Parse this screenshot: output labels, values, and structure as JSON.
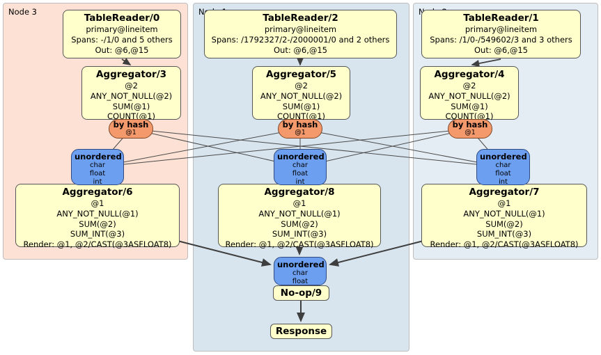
{
  "regions": {
    "node3": {
      "label": "Node 3"
    },
    "node1": {
      "label": "Node 1"
    },
    "node2": {
      "label": "Node 2"
    }
  },
  "processors": {
    "tablereader0": {
      "title": "TableReader/0",
      "index": "primary@lineitem",
      "spans": "Spans: -/1/0 and 5 others",
      "out": "Out: @6,@15"
    },
    "tablereader2": {
      "title": "TableReader/2",
      "index": "primary@lineitem",
      "spans": "Spans: /1792327/2-/2000001/0 and 2 others",
      "out": "Out: @6,@15"
    },
    "tablereader1": {
      "title": "TableReader/1",
      "index": "primary@lineitem",
      "spans": "Spans: /1/0-/549602/3 and 3 others",
      "out": "Out: @6,@15"
    },
    "aggregator3": {
      "title": "Aggregator/3",
      "group": "@2",
      "agg1": "ANY_NOT_NULL(@2)",
      "agg2": "SUM(@1)",
      "agg3": "COUNT(@1)"
    },
    "aggregator5": {
      "title": "Aggregator/5",
      "group": "@2",
      "agg1": "ANY_NOT_NULL(@2)",
      "agg2": "SUM(@1)",
      "agg3": "COUNT(@1)"
    },
    "aggregator4": {
      "title": "Aggregator/4",
      "group": "@2",
      "agg1": "ANY_NOT_NULL(@2)",
      "agg2": "SUM(@1)",
      "agg3": "COUNT(@1)"
    },
    "aggregator6": {
      "title": "Aggregator/6",
      "group": "@1",
      "agg1": "ANY_NOT_NULL(@1)",
      "agg2": "SUM(@2)",
      "agg3": "SUM_INT(@3)",
      "render": "Render: @1, @2/CAST(@3ASFLOAT8)"
    },
    "aggregator8": {
      "title": "Aggregator/8",
      "group": "@1",
      "agg1": "ANY_NOT_NULL(@1)",
      "agg2": "SUM(@2)",
      "agg3": "SUM_INT(@3)",
      "render": "Render: @1, @2/CAST(@3ASFLOAT8)"
    },
    "aggregator7": {
      "title": "Aggregator/7",
      "group": "@1",
      "agg1": "ANY_NOT_NULL(@1)",
      "agg2": "SUM(@2)",
      "agg3": "SUM_INT(@3)",
      "render": "Render: @1, @2/CAST(@3ASFLOAT8)"
    },
    "noop9": {
      "title": "No-op/9"
    },
    "response": {
      "title": "Response"
    }
  },
  "routers": {
    "left": {
      "title": "by hash",
      "columns": "@1"
    },
    "middle": {
      "title": "by hash",
      "columns": "@1"
    },
    "right": {
      "title": "by hash",
      "columns": "@1"
    }
  },
  "synchronizers": {
    "left": {
      "title": "unordered",
      "types": [
        "char",
        "float",
        "int"
      ]
    },
    "middle": {
      "title": "unordered",
      "types": [
        "char",
        "float",
        "int"
      ]
    },
    "right": {
      "title": "unordered",
      "types": [
        "char",
        "float",
        "int"
      ]
    },
    "final": {
      "title": "unordered",
      "types": [
        "char",
        "float"
      ]
    }
  },
  "colors": {
    "processor_fill": "#ffffcc",
    "router_fill": "#f4996c",
    "synchronizer_fill": "#6c9ff0",
    "node3_bg": "#fce1d4",
    "node1_bg": "#d9e5ee",
    "node2_bg": "#e5edf4",
    "edge_stroke": "#3f3f3f"
  }
}
